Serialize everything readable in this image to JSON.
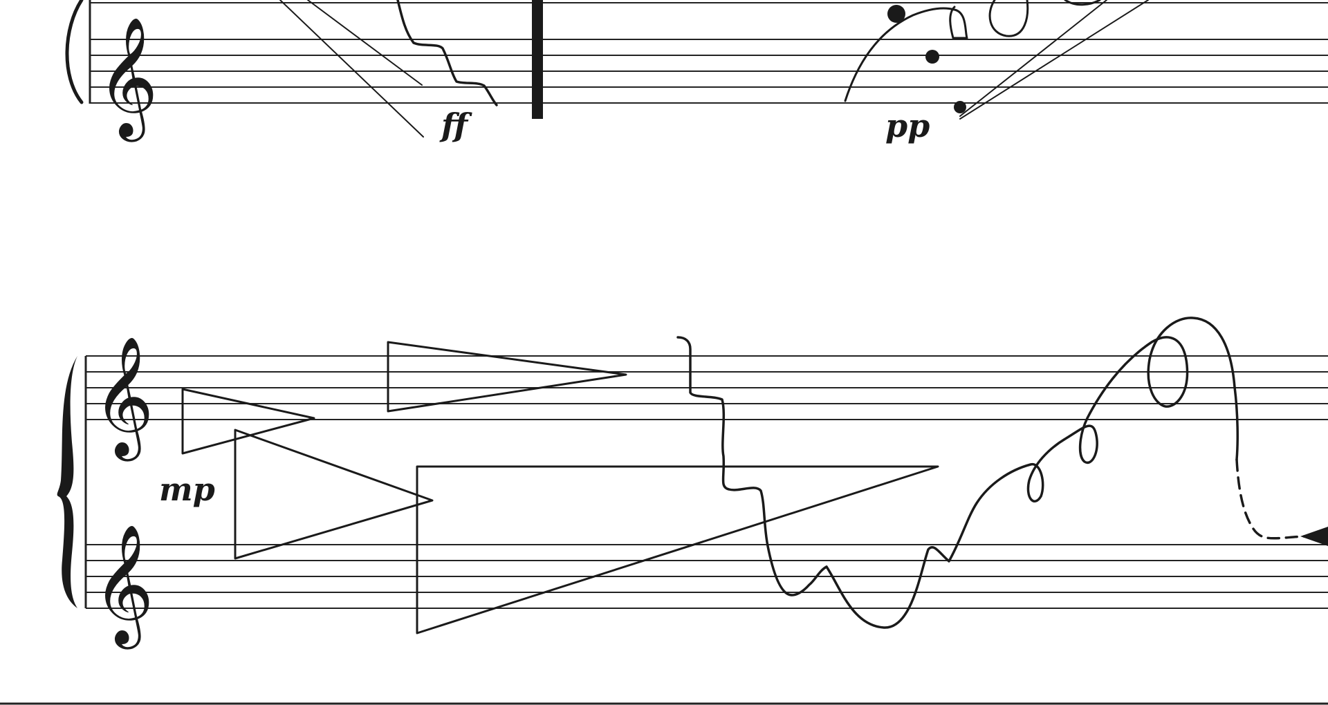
{
  "score": {
    "dynamics": {
      "top_ff": "ff",
      "top_pp": "pp",
      "bottom_mp": "mp"
    },
    "clef_glyph": "𝄞",
    "ink_color": "#1a1a1a",
    "background": "#ffffff"
  }
}
